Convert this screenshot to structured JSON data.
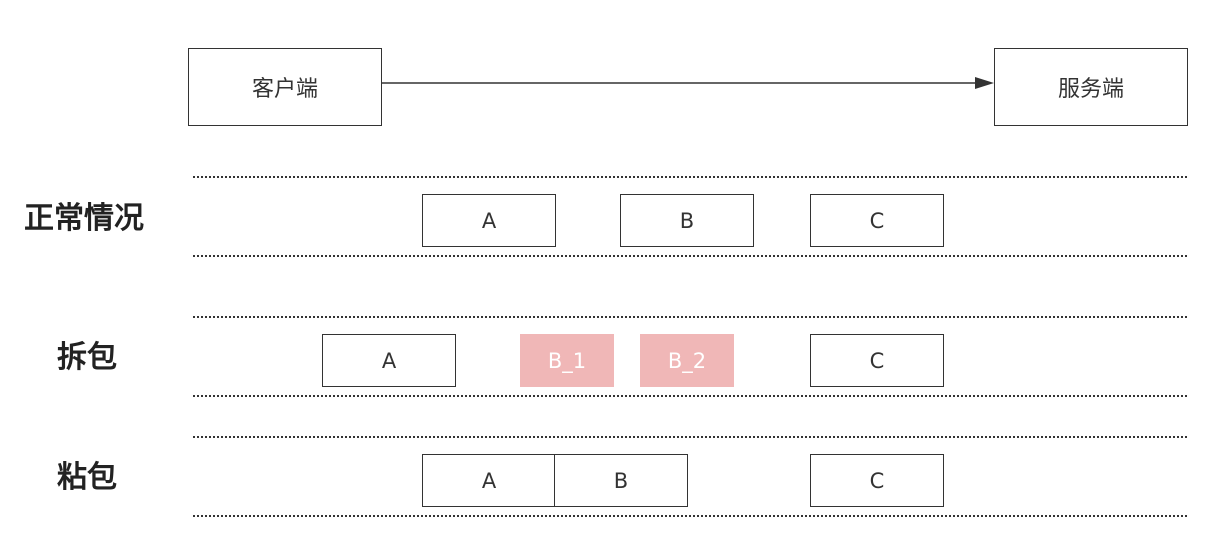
{
  "top": {
    "client_label": "客户端",
    "server_label": "服务端"
  },
  "rows": {
    "normal": {
      "label": "正常情况",
      "packets": [
        "A",
        "B",
        "C"
      ]
    },
    "unpack": {
      "label": "拆包",
      "packets": [
        "A",
        "B_1",
        "B_2",
        "C"
      ],
      "split_color": "#f0b7b7"
    },
    "sticky": {
      "label": "粘包",
      "packets": [
        "A",
        "B",
        "C"
      ]
    }
  }
}
